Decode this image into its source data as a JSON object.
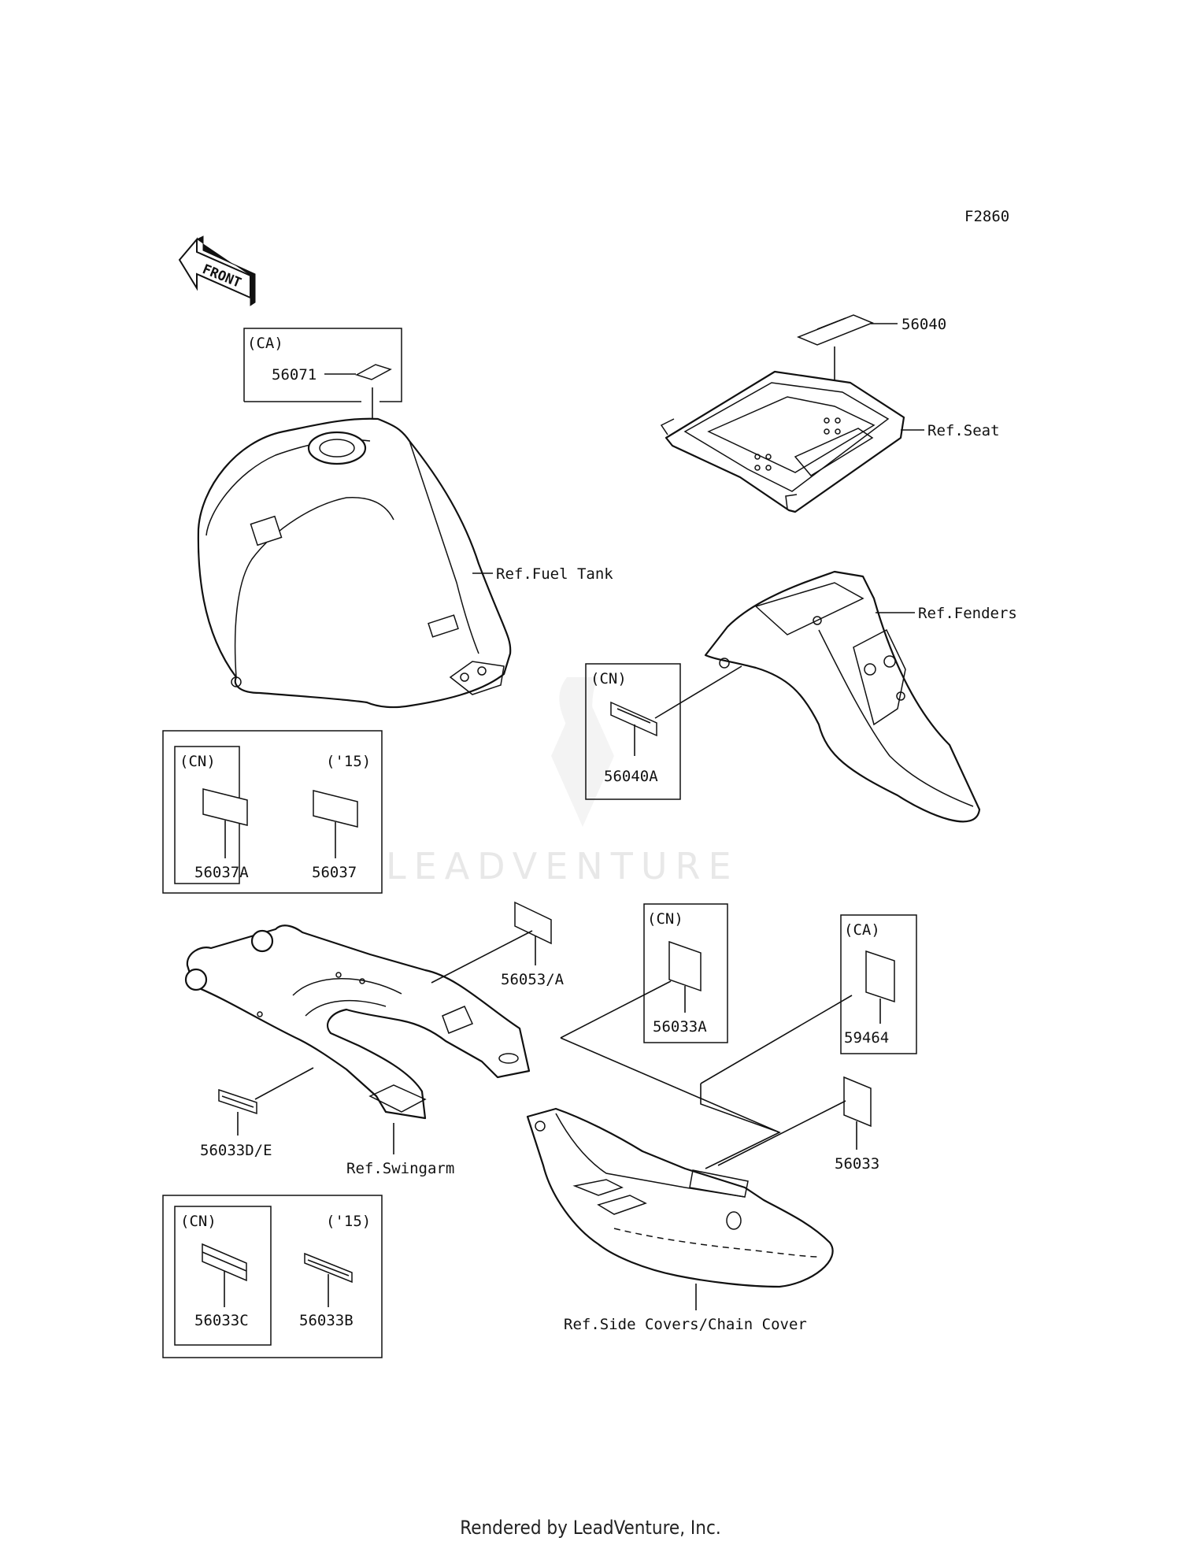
{
  "figure_id": "F2860",
  "front_label": "FRONT",
  "watermark": "LEADVENTURE",
  "footer": "Rendered by LeadVenture, Inc.",
  "boxes": {
    "ca_56071": {
      "tag": "(CA)",
      "part": "56071"
    },
    "cn_56040A": {
      "tag": "(CN)",
      "part": "56040A"
    },
    "group_56037": {
      "cn_tag": "(CN)",
      "cn_part": "56037A",
      "yr_tag": "('15)",
      "yr_part": "56037"
    },
    "cn_56033A": {
      "tag": "(CN)",
      "part": "56033A"
    },
    "ca_59464": {
      "tag": "(CA)",
      "part": "59464"
    },
    "group_56033": {
      "cn_tag": "(CN)",
      "cn_part": "56033C",
      "yr_tag": "('15)",
      "yr_part": "56033B"
    }
  },
  "parts": {
    "p56040": "56040",
    "p56053": "56053/A",
    "p56033DE": "56033D/E",
    "p56033": "56033"
  },
  "refs": {
    "seat": "Ref.Seat",
    "fuel_tank": "Ref.Fuel Tank",
    "fenders": "Ref.Fenders",
    "swingarm": "Ref.Swingarm",
    "side_covers": "Ref.Side Covers/Chain Cover"
  }
}
